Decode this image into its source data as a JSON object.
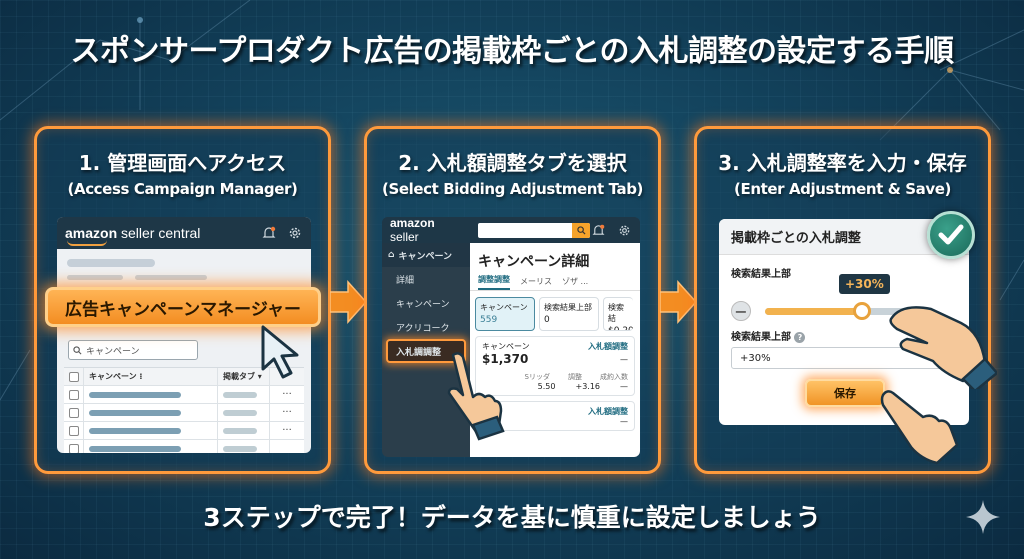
{
  "title": "スポンサープロダクト広告の掲載枠ごとの入札調整の設定する手順",
  "footer": "3ステップで完了！データを基に慎重に設定しましょう",
  "colors": {
    "accent": "#ff9a3c",
    "background": "#13435d",
    "cta": "#f38d22",
    "header_dark": "#1e3747",
    "link": "#1f6b80"
  },
  "steps": [
    {
      "title": "1. 管理画面へアクセス",
      "subtitle": "(Access Campaign Manager)",
      "window": {
        "logo_bold": "amazon",
        "logo_rest": " seller central",
        "icons": [
          "bell-icon",
          "gear-icon"
        ],
        "cta_label": "広告キャンペーンマネージャー",
        "search_placeholder": "キャンペーン",
        "table": {
          "headers": [
            "キャンペーン ⁝",
            "掲載タブ ▾"
          ],
          "row_menu": "···"
        }
      }
    },
    {
      "title": "2. 入札額調整タブを選択",
      "subtitle": "(Select Bidding Adjustment Tab)",
      "window": {
        "logo_bold": "amazon",
        "logo_rest": " seller",
        "sidebar": [
          "キャンペーン",
          "詳細",
          "キャンペーン",
          "アクリコーク",
          "入札調調整"
        ],
        "page_title": "キャンペーン詳細",
        "tabs": [
          "調整調整",
          "メーリス",
          "ゾザ ..."
        ],
        "cards": [
          {
            "label": "キャンペーン",
            "value": "559"
          },
          {
            "label": "検索結果上部",
            "value": "0"
          },
          {
            "label": "検索結",
            "value": "$0,20"
          }
        ],
        "box1": {
          "label": "キャンペーン",
          "link": "入札額調整",
          "amount": "$1,370",
          "dash": "—",
          "cols": [
            "Sリッダ",
            "調整",
            "成約入数"
          ],
          "vals": [
            "5.50",
            "+3.16",
            "—"
          ]
        },
        "box2": {
          "link": "入札額調整",
          "dash": "—"
        }
      }
    },
    {
      "title": "3. 入札調整率を入力・保存",
      "subtitle": "(Enter Adjustment & Save)",
      "window": {
        "header": "掲載枠ごとの入札調整",
        "slider_label": "検索結果上部",
        "slider_tooltip": "+30%",
        "minus": "−",
        "field_label": "検索結果上部",
        "field_value": "+30%",
        "save_label": "保存"
      }
    }
  ]
}
